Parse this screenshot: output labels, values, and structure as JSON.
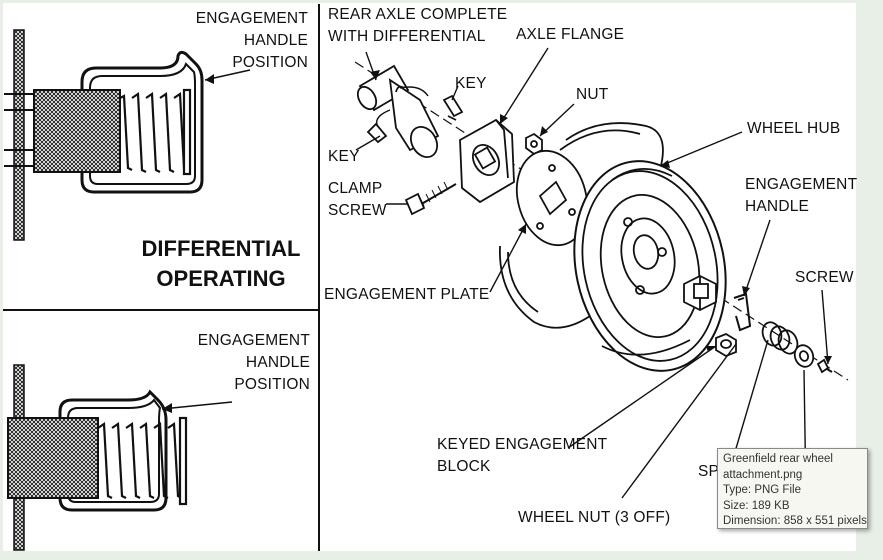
{
  "labels": {
    "engagement_handle_position_top": "ENGAGEMENT\nHANDLE\nPOSITION",
    "engagement_handle_position_bottom": "ENGAGEMENT\nHANDLE\nPOSITION",
    "differential_operating": "DIFFERENTIAL\nOPERATING",
    "rear_axle": "REAR AXLE COMPLETE\nWITH DIFFERENTIAL",
    "axle_flange": "AXLE FLANGE",
    "key_top": "KEY",
    "key_left": "KEY",
    "nut": "NUT",
    "wheel_hub": "WHEEL HUB",
    "clamp_screw": "CLAMP\nSCREW",
    "engagement_handle": "ENGAGEMENT\nHANDLE",
    "screw": "SCREW",
    "engagement_plate": "ENGAGEMENT PLATE",
    "keyed_engagement_block": "KEYED ENGAGEMENT\nBLOCK",
    "spring_partial": "SP",
    "wheel_nut": "WHEEL NUT (3 OFF)"
  },
  "tooltip": {
    "line1": "Greenfield rear wheel",
    "line2": "attachment.png",
    "line3": "Type: PNG File",
    "line4": "Size: 189 KB",
    "line5": "Dimension: 858 x 551 pixels"
  },
  "colors": {
    "frame_bg": "#e8efe6",
    "paper": "#ffffff",
    "ink": "#111111"
  }
}
